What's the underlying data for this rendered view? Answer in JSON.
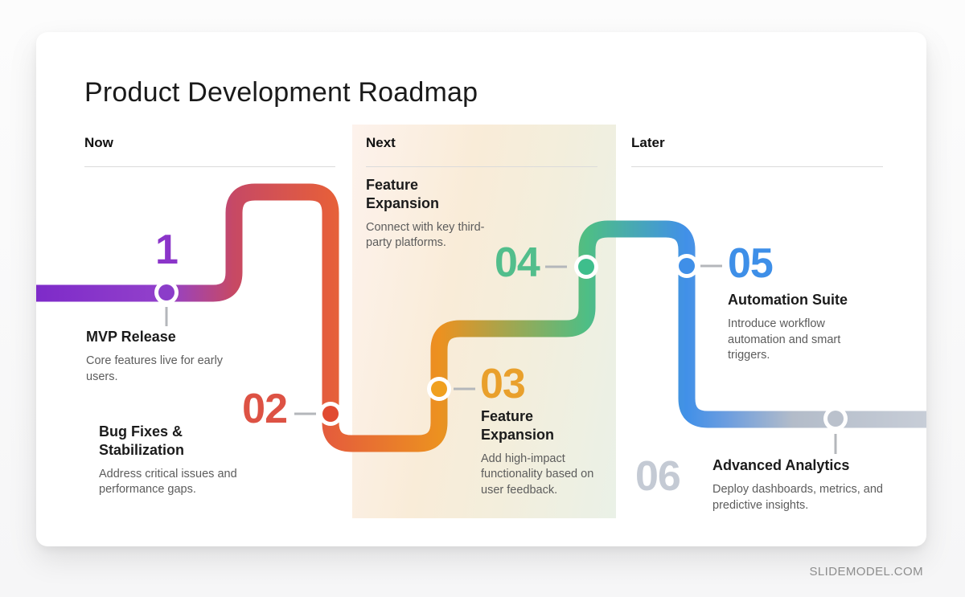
{
  "slide": {
    "title": "Product Development Roadmap",
    "watermark": "SLIDEMODEL.COM"
  },
  "columns": [
    {
      "label": "Now"
    },
    {
      "label": "Next"
    },
    {
      "label": "Later"
    }
  ],
  "milestones": [
    {
      "number": "1",
      "title": "MVP Release",
      "description": "Core features live for early users.",
      "accent": "#8B35C9"
    },
    {
      "number": "02",
      "title": "Bug Fixes & Stabilization",
      "description": "Address critical issues and performance gaps.",
      "accent": "#DD5244"
    },
    {
      "number": "03",
      "title": "Feature Expansion",
      "description": "Add high-impact functionality based on user feedback.",
      "accent": "#E9A02C"
    },
    {
      "number": "04",
      "title": "Feature Expansion",
      "description": "Connect with key third-party platforms.",
      "accent": "#52BE8C"
    },
    {
      "number": "05",
      "title": "Automation Suite",
      "description": "Introduce workflow automation and smart triggers.",
      "accent": "#3E8FE8"
    },
    {
      "number": "06",
      "title": "Advanced Analytics",
      "description": "Deploy dashboards, metrics, and predictive insights.",
      "accent": "#C4CAD4"
    }
  ],
  "path": {
    "gradient_stops": [
      "#7E2BC9",
      "#9341CB",
      "#C74964",
      "#E55E3B",
      "#EC9120",
      "#4EBE85",
      "#4190E8",
      "#6C9DDF",
      "#B3BCC9",
      "#C7CDD7"
    ],
    "dot_colors": [
      "#8B3DC9",
      "#E14A31",
      "#F0A01F",
      "#3EBE8C",
      "#3F8FE8",
      "#BAC1CC"
    ],
    "connector_color": "#B4B7BB"
  },
  "band_colors": [
    "#FDF2EC",
    "#F9ECD8",
    "#EAF1E7"
  ],
  "divider_color": "#DBDBDB"
}
